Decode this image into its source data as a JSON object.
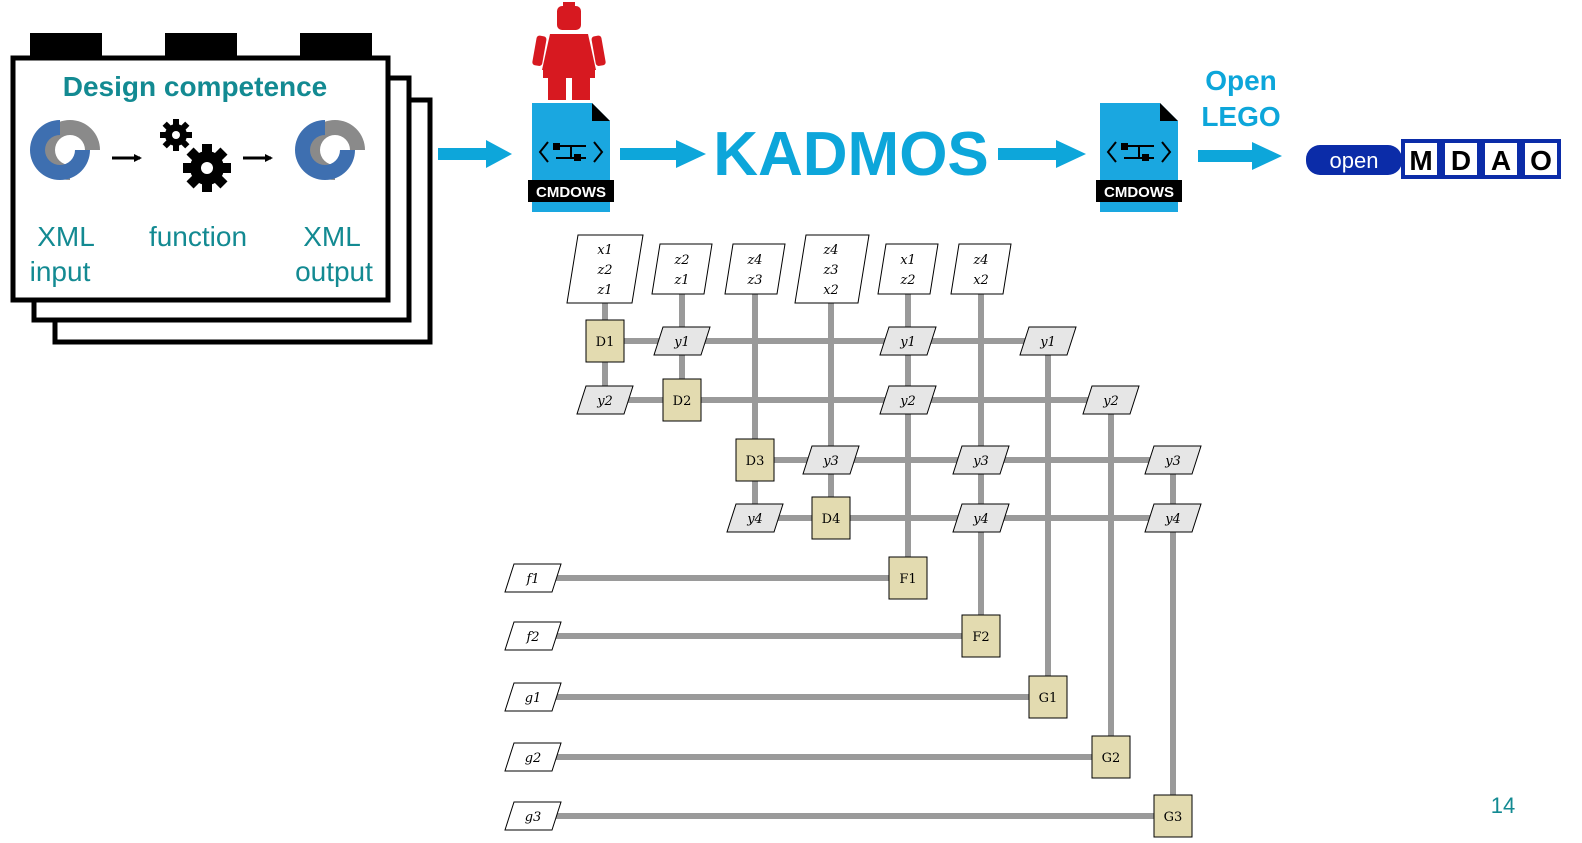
{
  "competence_card": {
    "title": "Design competence",
    "input_label_line1": "XML",
    "input_label_line2": "input",
    "function_label": "function",
    "output_label_line1": "XML",
    "output_label_line2": "output"
  },
  "pipeline": {
    "file_label_1": "CMDOWS",
    "tool_name": "KADMOS",
    "file_label_2": "CMDOWS",
    "openlego_line1": "Open",
    "openlego_line2": "LEGO",
    "openmdao_prefix": "open",
    "openmdao_letters": [
      "M",
      "D",
      "A",
      "O"
    ]
  },
  "xdsm": {
    "input_stacks": [
      [
        "x1",
        "z2",
        "z1"
      ],
      [
        "z2",
        "z1"
      ],
      [
        "z4",
        "z3"
      ],
      [
        "z4",
        "z3",
        "x2"
      ],
      [
        "x1",
        "z2"
      ],
      [
        "z4",
        "x2"
      ]
    ],
    "functions": [
      "D1",
      "D2",
      "D3",
      "D4",
      "F1",
      "F2",
      "G1",
      "G2",
      "G3"
    ],
    "couplings": {
      "y1": "y1",
      "y2": "y2",
      "y3": "y3",
      "y4": "y4"
    },
    "outputs": [
      "f1",
      "f2",
      "g1",
      "g2",
      "g3"
    ]
  },
  "page_number": "14",
  "colors": {
    "teal": "#138a92",
    "accent_blue": "#0da6da",
    "function_block": "#e3dbb0",
    "coupling_block": "#e6e6e6",
    "line_gray": "#9a9a9a",
    "lego_red": "#d71920",
    "openmdao_blue": "#0b2ca8"
  }
}
